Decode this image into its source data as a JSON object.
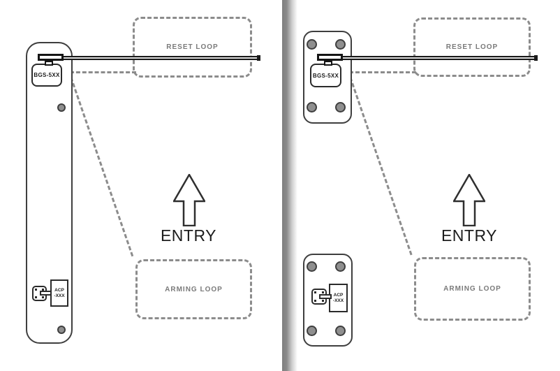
{
  "panels": [
    {
      "gate_label": "BGS-5XX",
      "controller_line1": "ACP",
      "controller_line2": "-XXX",
      "reset_loop_label": "RESET LOOP",
      "arming_loop_label": "ARMING LOOP",
      "entry_label": "ENTRY"
    },
    {
      "gate_label": "BGS-5XX",
      "controller_line1": "ACP",
      "controller_line2": "-XXX",
      "reset_loop_label": "RESET LOOP",
      "arming_loop_label": "ARMING LOOP",
      "entry_label": "ENTRY"
    }
  ],
  "colors": {
    "outline": "#3f3f3f",
    "dashed": "#8c8c8c",
    "metal_fill": "#8f8f8f",
    "arm_fill": "#dcdcdc",
    "text_muted": "#7a7a7a",
    "text_dark": "#1c1c1c",
    "divider_start": "#7f7f7f"
  }
}
